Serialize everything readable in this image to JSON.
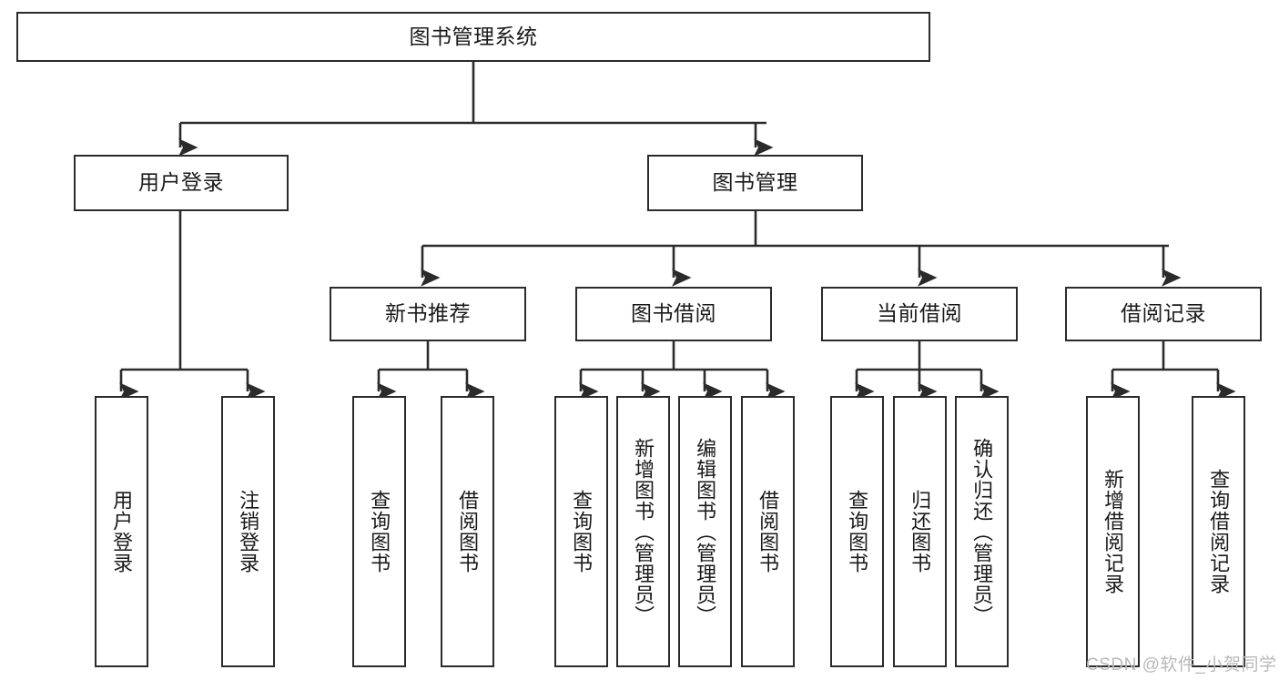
{
  "diagram": {
    "title": "图书管理系统",
    "type": "tree-hierarchy",
    "watermark": "CSDN @软件_小贺同学",
    "colors": {
      "stroke": "#2b2b2b",
      "fill": "#ffffff",
      "text": "#1a1a1a",
      "watermark": "#b9b9b9"
    },
    "nodes": {
      "root": {
        "label": "图书管理系统"
      },
      "level2": [
        {
          "label": "用户登录"
        },
        {
          "label": "图书管理"
        }
      ],
      "level3": [
        {
          "label": "新书推荐"
        },
        {
          "label": "图书借阅"
        },
        {
          "label": "当前借阅"
        },
        {
          "label": "借阅记录"
        }
      ],
      "leaves": {
        "user_login": [
          {
            "label": "用户登录"
          },
          {
            "label": "注销登录"
          }
        ],
        "new_book_recommend": [
          {
            "label": "查询图书"
          },
          {
            "label": "借阅图书"
          }
        ],
        "book_borrow": [
          {
            "label": "查询图书"
          },
          {
            "label": "新增图书（管理员）"
          },
          {
            "label": "编辑图书（管理员）"
          },
          {
            "label": "借阅图书"
          }
        ],
        "current_borrow": [
          {
            "label": "查询图书"
          },
          {
            "label": "归还图书"
          },
          {
            "label": "确认归还（管理员）"
          }
        ],
        "borrow_record": [
          {
            "label": "新增借阅记录"
          },
          {
            "label": "查询借阅记录"
          }
        ]
      }
    }
  }
}
